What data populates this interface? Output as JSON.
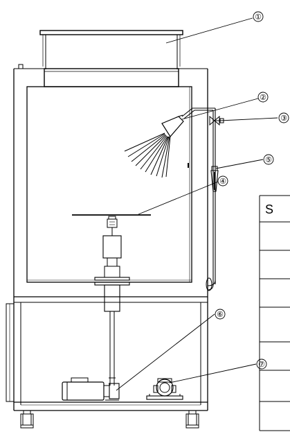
{
  "callouts": [
    {
      "label": "①",
      "part": "top-tank"
    },
    {
      "label": "②",
      "part": "spray-nozzle"
    },
    {
      "label": "③",
      "part": "valve"
    },
    {
      "label": "④",
      "part": "turntable"
    },
    {
      "label": "⑤",
      "part": "flow-meter"
    },
    {
      "label": "⑥",
      "part": "motor"
    },
    {
      "label": "⑦",
      "part": "pump"
    }
  ],
  "table": {
    "header_text": "S"
  },
  "colors": {
    "stroke": "#000000",
    "background": "#ffffff"
  }
}
